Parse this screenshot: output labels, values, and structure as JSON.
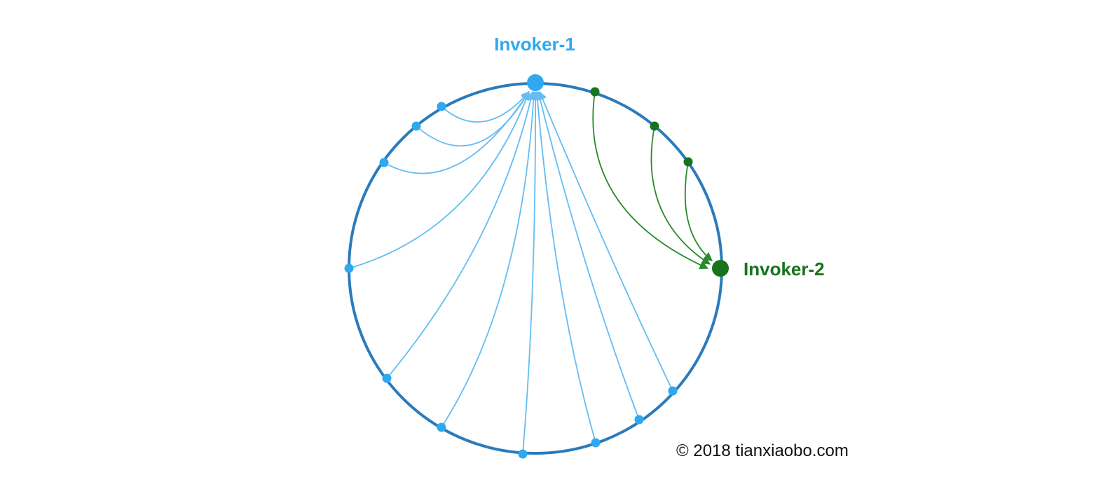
{
  "invoker1": {
    "label": "Invoker-1"
  },
  "invoker2": {
    "label": "Invoker-2"
  },
  "copyright": "© 2018 tianxiaobo.com",
  "colors": {
    "ring": "#2a7bbd",
    "invoker1": "#2fa8f0",
    "invoker1_edge": "#64bdf2",
    "invoker2": "#16741c",
    "invoker2_edge": "#2a8a2e",
    "credit": "#111111"
  }
}
